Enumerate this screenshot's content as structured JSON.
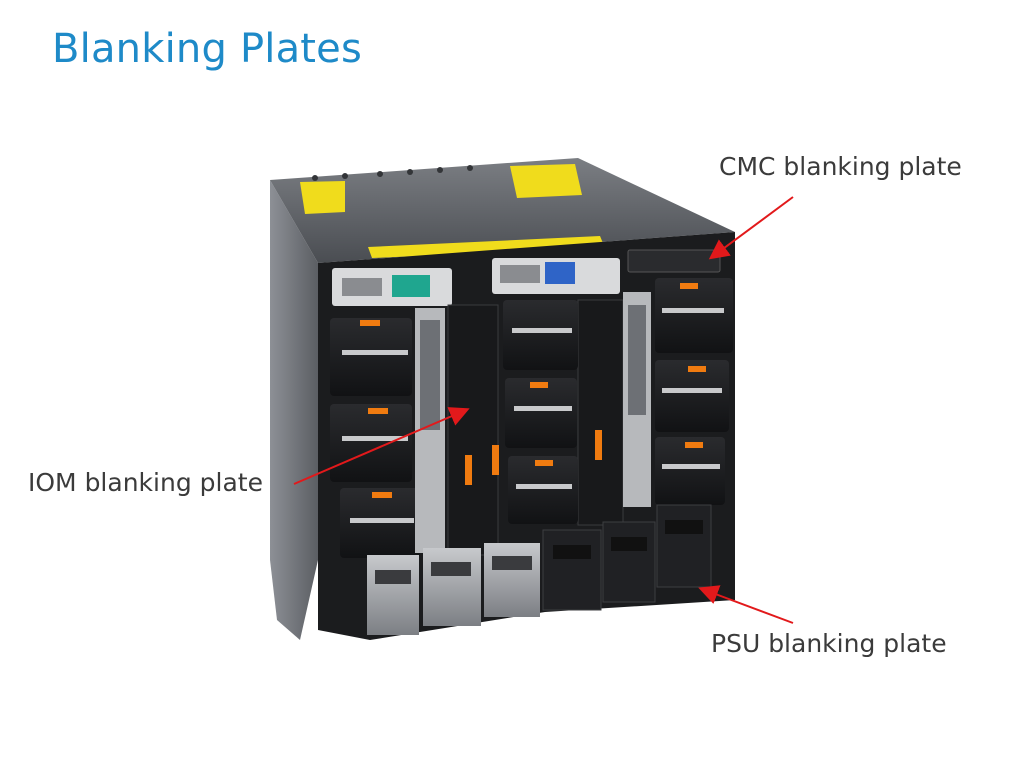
{
  "slide": {
    "title": "Blanking Plates"
  },
  "callouts": {
    "cmc": "CMC blanking plate",
    "iom": "IOM blanking plate",
    "psu": "PSU blanking plate"
  },
  "colors": {
    "title": "#1e8ac8",
    "callout_text": "#3b3b3b",
    "arrow": "#e2191b",
    "handle": "#f07b10",
    "chassis_dark": "#1b1c1e",
    "chassis_top": "#5a5d62",
    "warning_label": "#f0dc1c"
  },
  "icons": {
    "arrow": "arrow-icon"
  }
}
